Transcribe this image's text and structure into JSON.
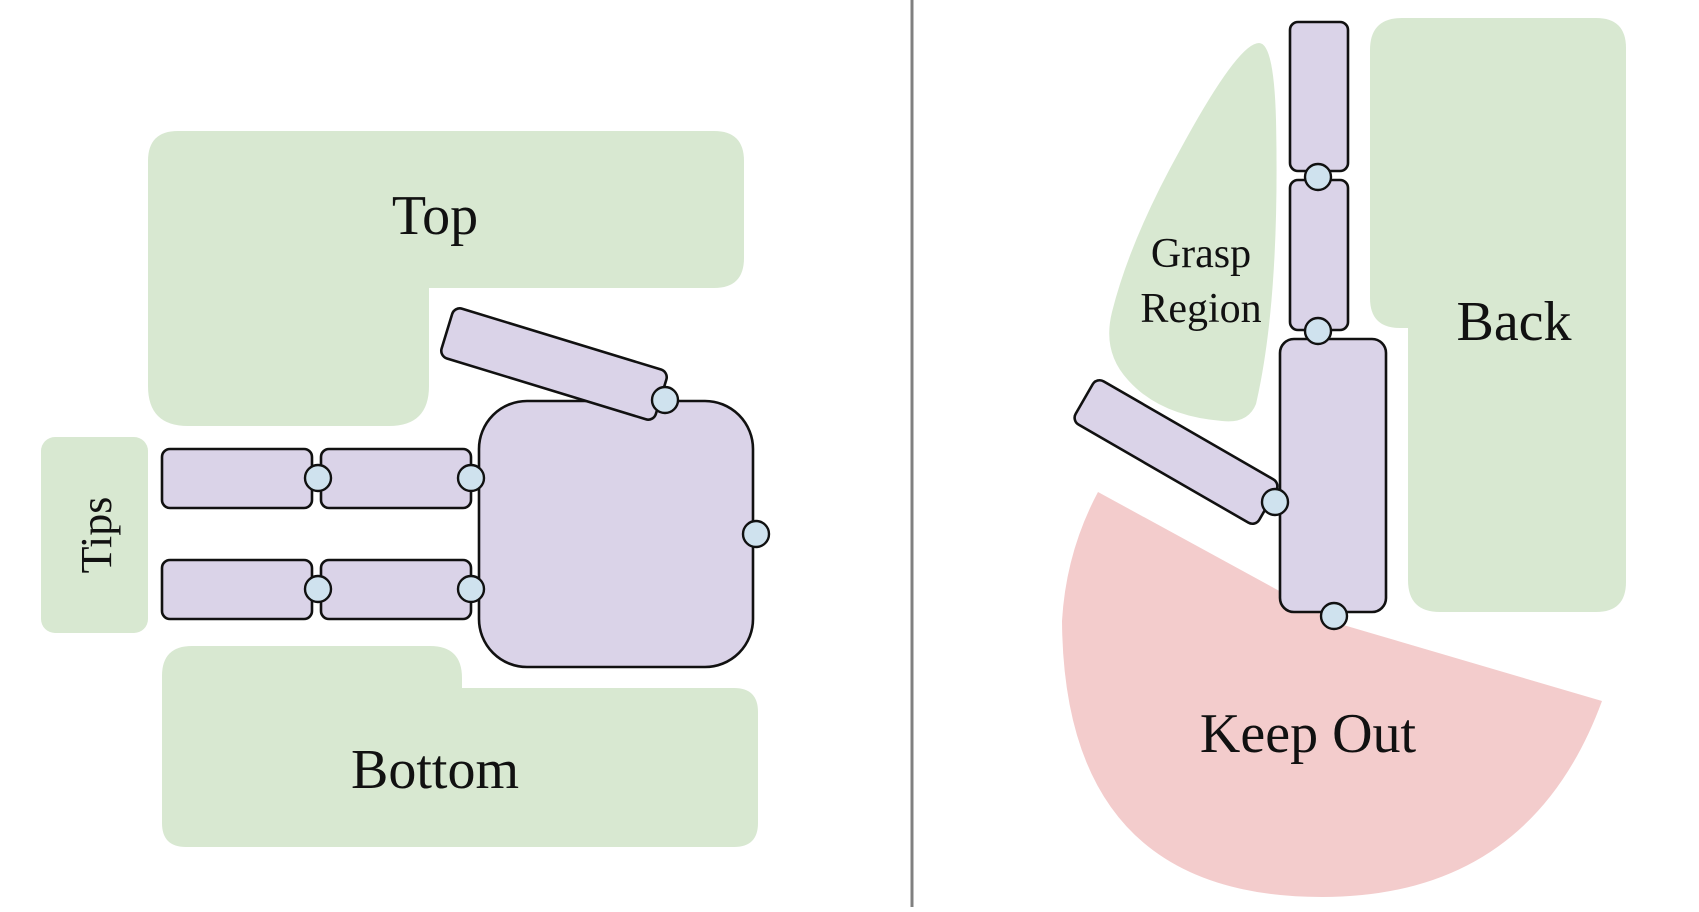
{
  "colors": {
    "region": "#d8e8d1",
    "keep_out": "#f3cccc",
    "link": "#dad3e8",
    "joint": "#cfe2ee",
    "outline": "#111111",
    "divider": "#808080"
  },
  "left_panel": {
    "labels": {
      "top": "Top",
      "tips": "Tips",
      "bottom": "Bottom"
    }
  },
  "right_panel": {
    "labels": {
      "grasp_line1": "Grasp",
      "grasp_line2": "Region",
      "back": "Back",
      "keep_out": "Keep Out"
    }
  }
}
